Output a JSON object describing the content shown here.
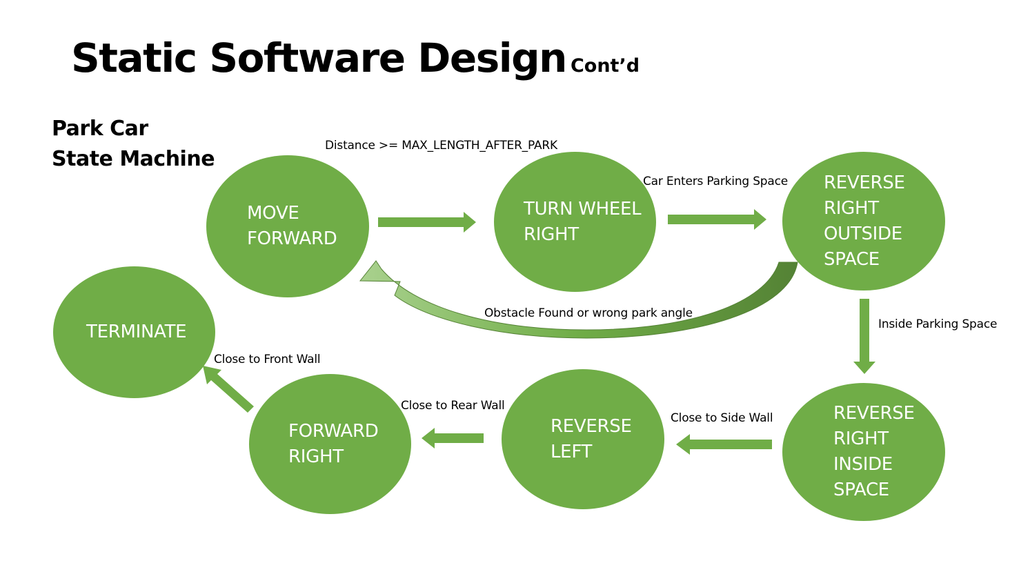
{
  "title": {
    "main": "Static Software Design",
    "suffix": "Cont’d"
  },
  "subtitle": {
    "line1": "Park Car",
    "line2": "State Machine"
  },
  "states": {
    "move_forward": [
      "MOVE",
      "FORWARD"
    ],
    "turn_wheel_right": [
      "TURN WHEEL",
      "RIGHT"
    ],
    "reverse_right_outside": [
      "REVERSE",
      "RIGHT",
      "OUTSIDE",
      "SPACE"
    ],
    "reverse_right_inside": [
      "REVERSE",
      "RIGHT",
      "INSIDE",
      "SPACE"
    ],
    "reverse_left": [
      "REVERSE",
      "LEFT"
    ],
    "forward_right": [
      "FORWARD",
      "RIGHT"
    ],
    "terminate": [
      "TERMINATE"
    ]
  },
  "transitions": {
    "move_to_turn": "Distance >= MAX_LENGTH_AFTER_PARK",
    "turn_to_reverse_outside": "Car Enters Parking Space",
    "outside_to_move": "Obstacle Found or wrong park angle",
    "outside_to_inside": "Inside Parking Space",
    "inside_to_reverse_left": "Close to Side Wall",
    "reverse_left_to_forward_right": "Close to Rear Wall",
    "forward_right_to_terminate": "Close to Front Wall"
  },
  "colors": {
    "state_fill": "#70ad47",
    "arrow_fill": "#70ad47",
    "curved_arrow_dark": "#548235",
    "state_text": "#ffffff"
  }
}
